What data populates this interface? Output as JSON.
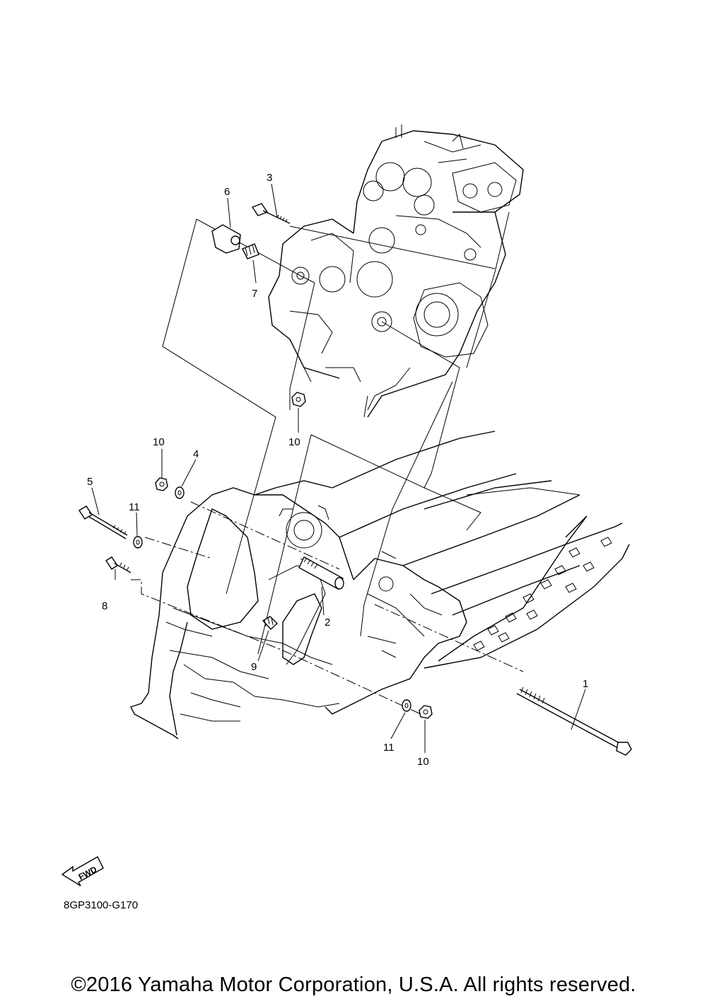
{
  "diagram": {
    "callouts": [
      {
        "id": "c1",
        "label": "1"
      },
      {
        "id": "c2",
        "label": "2"
      },
      {
        "id": "c3",
        "label": "3"
      },
      {
        "id": "c4",
        "label": "4"
      },
      {
        "id": "c5",
        "label": "5"
      },
      {
        "id": "c6",
        "label": "6"
      },
      {
        "id": "c7",
        "label": "7"
      },
      {
        "id": "c8",
        "label": "8"
      },
      {
        "id": "c9",
        "label": "9"
      },
      {
        "id": "c10a",
        "label": "10"
      },
      {
        "id": "c10b",
        "label": "10"
      },
      {
        "id": "c10c",
        "label": "10"
      },
      {
        "id": "c11a",
        "label": "11"
      },
      {
        "id": "c11b",
        "label": "11"
      }
    ],
    "fwd_label": "FWD",
    "part_code": "8GP3100-G170"
  },
  "footer": {
    "copyright": "©2016 Yamaha Motor Corporation, U.S.A. All rights reserved."
  },
  "colors": {
    "line": "#000000",
    "background": "#ffffff"
  }
}
